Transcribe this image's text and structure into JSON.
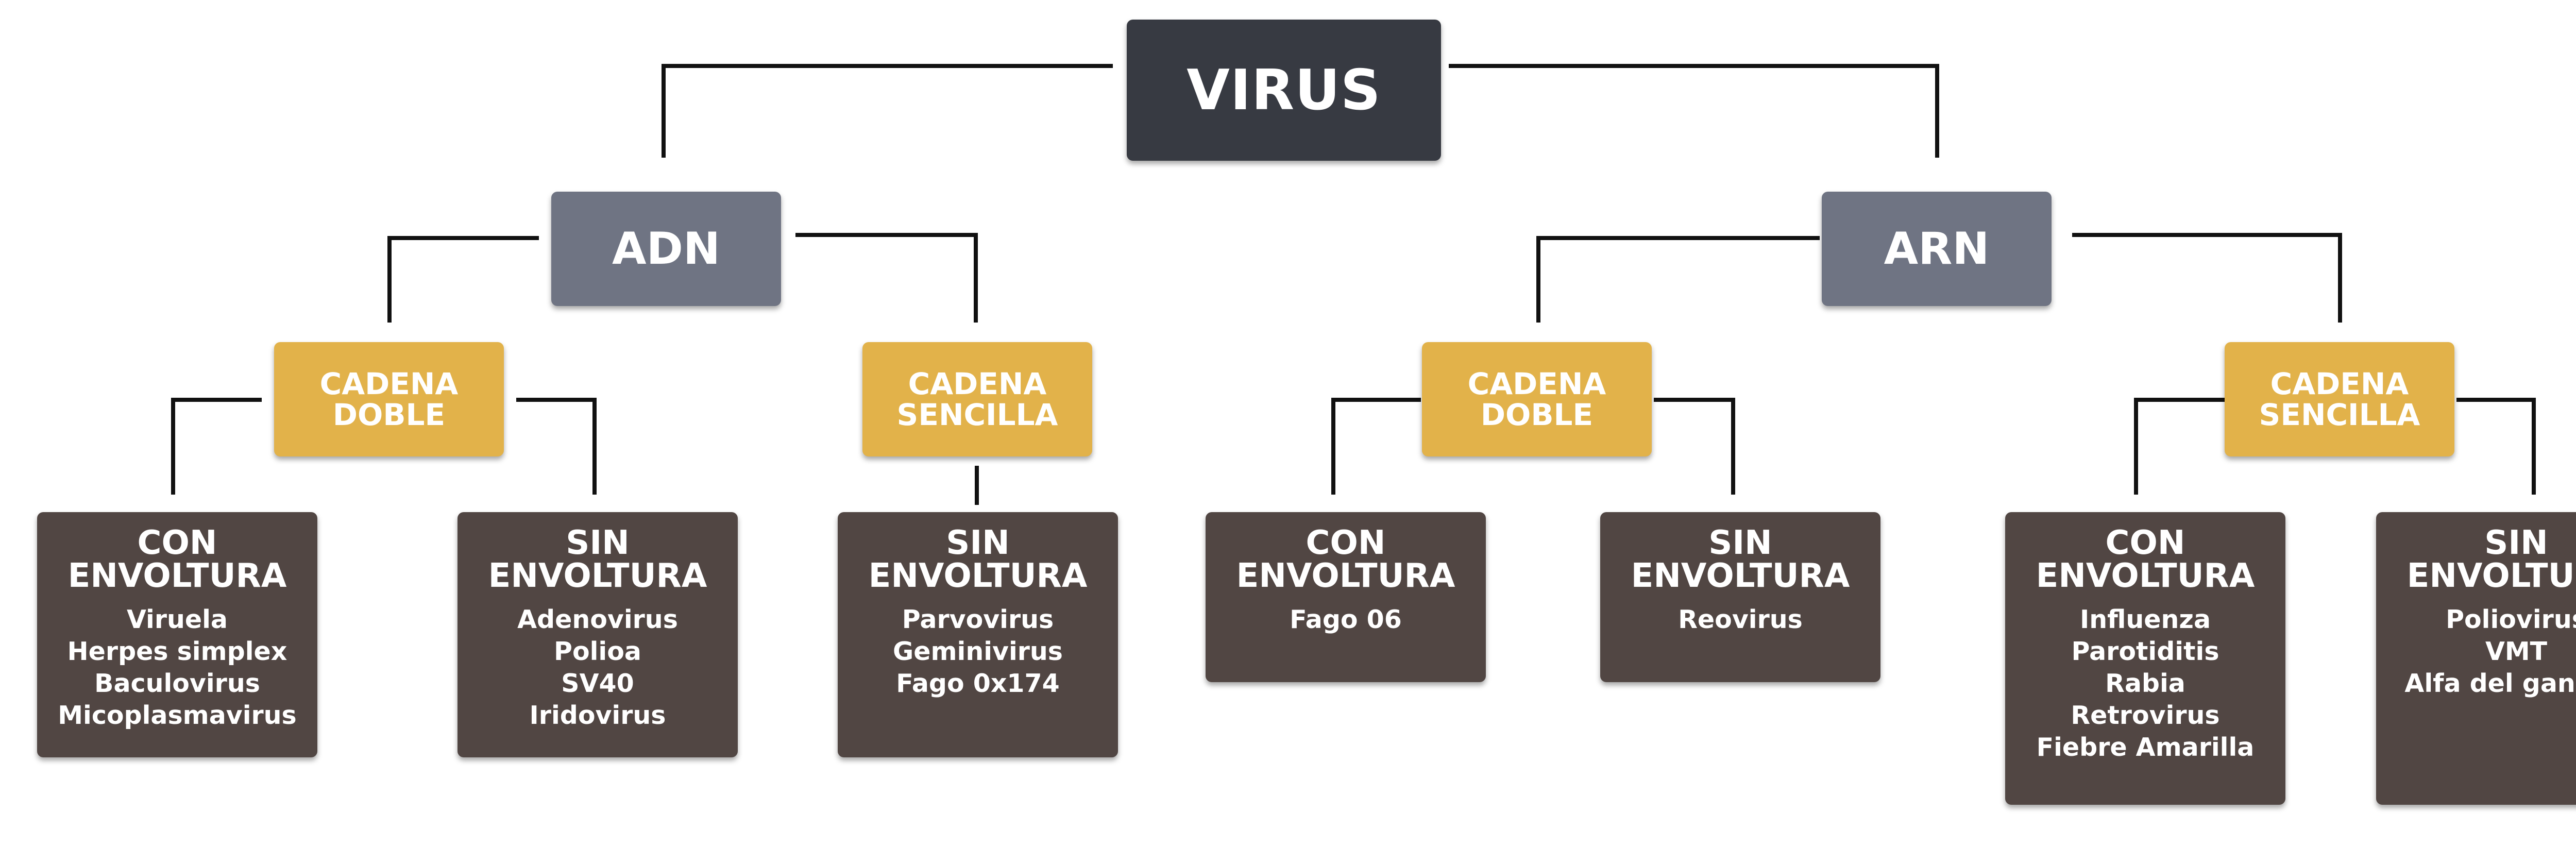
{
  "root": {
    "label": "VIRUS"
  },
  "branches": [
    {
      "label": "ADN",
      "groups": [
        {
          "label": [
            "CADENA",
            "DOBLE"
          ],
          "leaves": [
            {
              "title": [
                "CON",
                "ENVOLTURA"
              ],
              "items": [
                "Viruela",
                "Herpes simplex",
                "Baculovirus",
                "Micoplasmavirus"
              ]
            },
            {
              "title": [
                "SIN",
                "ENVOLTURA"
              ],
              "items": [
                "Adenovirus",
                "Polioa",
                "SV40",
                "Iridovirus"
              ]
            }
          ]
        },
        {
          "label": [
            "CADENA",
            "SENCILLA"
          ],
          "leaves": [
            {
              "title": [
                "SIN",
                "ENVOLTURA"
              ],
              "items": [
                "Parvovirus",
                "Geminivirus",
                "Fago 0x174"
              ]
            }
          ]
        }
      ]
    },
    {
      "label": "ARN",
      "groups": [
        {
          "label": [
            "CADENA",
            "DOBLE"
          ],
          "leaves": [
            {
              "title": [
                "CON",
                "ENVOLTURA"
              ],
              "items": [
                "Fago 06"
              ]
            },
            {
              "title": [
                "SIN",
                "ENVOLTURA"
              ],
              "items": [
                "Reovirus"
              ]
            }
          ]
        },
        {
          "label": [
            "CADENA",
            "SENCILLA"
          ],
          "leaves": [
            {
              "title": [
                "CON",
                "ENVOLTURA"
              ],
              "items": [
                "Influenza",
                "Parotiditis",
                "Rabia",
                "Retrovirus",
                "Fiebre Amarilla"
              ]
            },
            {
              "title": [
                "SIN",
                "ENVOLTURA"
              ],
              "items": [
                "Poliovirus",
                "VMT",
                "Alfa del ganado"
              ]
            }
          ]
        }
      ]
    }
  ],
  "colors": {
    "root": "#373a42",
    "branch": "#6f7483",
    "group": "#e2b24a",
    "leaf": "#514643",
    "connector": "#111111",
    "text": "#ffffff"
  }
}
